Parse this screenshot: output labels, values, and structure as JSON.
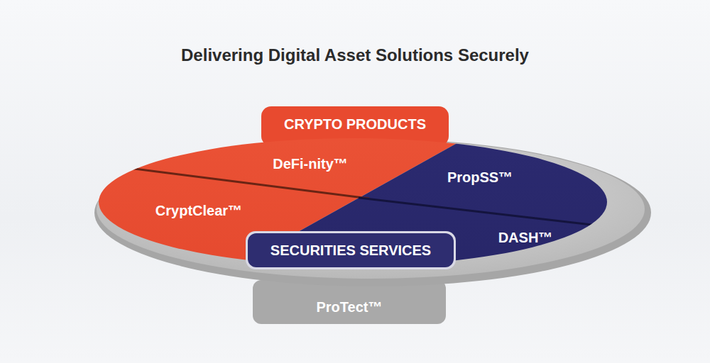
{
  "diagram": {
    "title": "Delivering Digital Asset Solutions Securely",
    "nodes": [
      {
        "text": [
          "CRYPTO PRODUCTS"
        ]
      },
      {
        "text": [
          "DeFi-nity™"
        ]
      },
      {
        "text": [
          "PropSS™"
        ]
      },
      {
        "text": [
          "CryptClear™"
        ]
      },
      {
        "text": [
          "SECURITIES SERVICES"
        ]
      },
      {
        "text": [
          "DASH™"
        ]
      },
      {
        "text": [
          "ProTect™"
        ]
      }
    ]
  }
}
